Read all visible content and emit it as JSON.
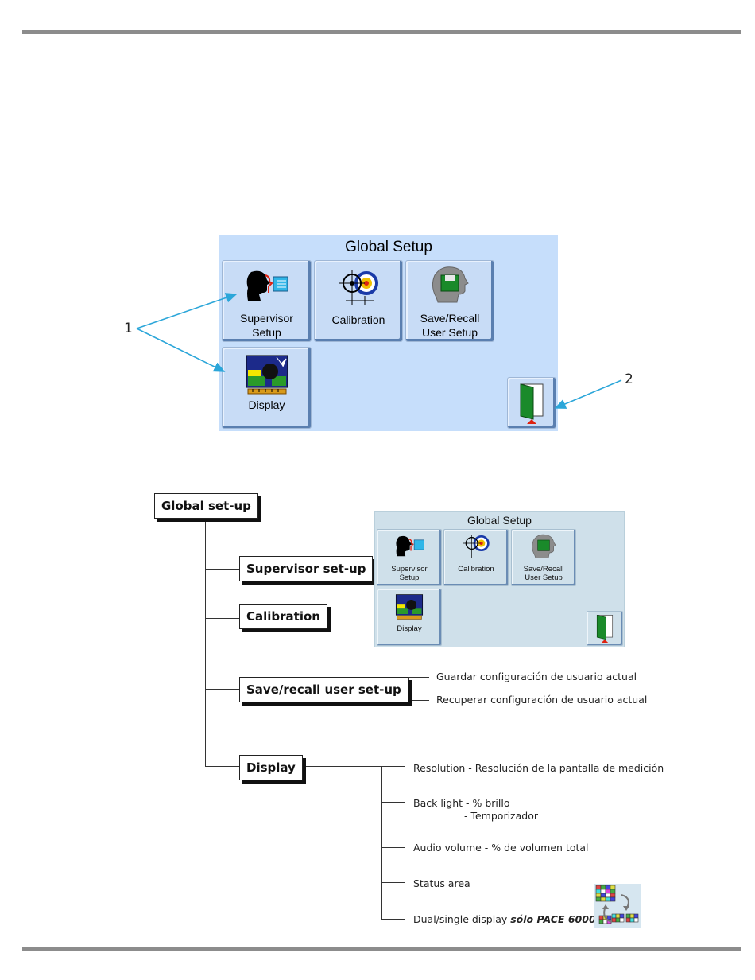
{
  "main_screen": {
    "title": "Global Setup",
    "tiles": [
      {
        "label_line1": "Supervisor",
        "label_line2": "Setup"
      },
      {
        "label_line1": "Calibration",
        "label_line2": ""
      },
      {
        "label_line1": "Save/Recall",
        "label_line2": "User Setup"
      },
      {
        "label_line1": "Display",
        "label_line2": ""
      }
    ],
    "exit_icon": "exit-door-icon"
  },
  "callouts": {
    "one": "1",
    "two": "2"
  },
  "flowchart": {
    "root": "Global set-up",
    "supervisor": "Supervisor set-up",
    "calibration": "Calibration",
    "save_recall": "Save/recall user set-up",
    "save_options": [
      "Guardar configuración de usuario actual",
      "Recuperar configuración de usuario actual"
    ],
    "display": "Display",
    "display_options": {
      "resolution": "Resolution - Resolución de la pantalla de medición",
      "backlight_1": "Back light  - % brillo",
      "backlight_2": "- Temporizador",
      "audio": "Audio volume  -  % de volumen total",
      "status": "Status area",
      "dual_prefix": "Dual/single display ",
      "dual_bold": "sólo PACE 6000"
    }
  },
  "small_screen": {
    "title": "Global Setup",
    "tiles": [
      {
        "label_line1": "Supervisor",
        "label_line2": "Setup"
      },
      {
        "label_line1": "Calibration",
        "label_line2": ""
      },
      {
        "label_line1": "Save/Recall",
        "label_line2": "User Setup"
      },
      {
        "label_line1": "Display",
        "label_line2": ""
      }
    ]
  }
}
